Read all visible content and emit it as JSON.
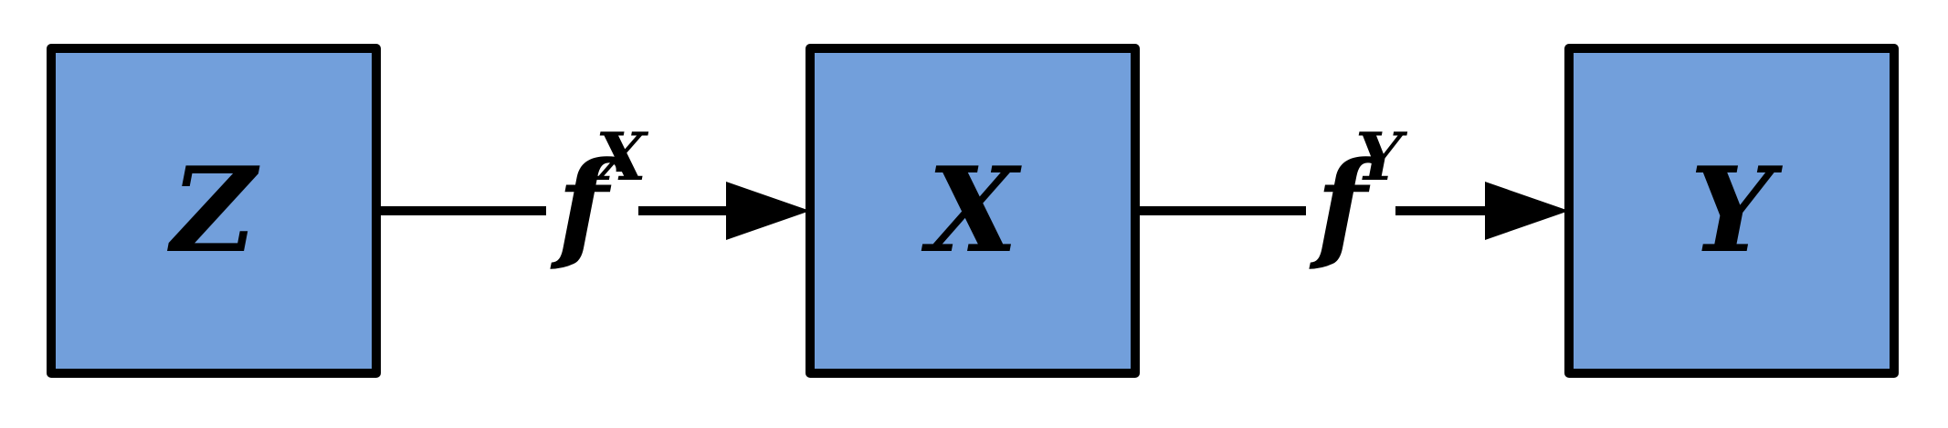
{
  "colors": {
    "node_fill": "#729fdb",
    "stroke": "#000000",
    "background": "#ffffff"
  },
  "nodes": [
    {
      "id": "Z",
      "label": "Z"
    },
    {
      "id": "X",
      "label": "X"
    },
    {
      "id": "Y",
      "label": "Y"
    }
  ],
  "edges": [
    {
      "from": "Z",
      "to": "X",
      "function": "f",
      "superscript": "X"
    },
    {
      "from": "X",
      "to": "Y",
      "function": "f",
      "superscript": "Y"
    }
  ]
}
